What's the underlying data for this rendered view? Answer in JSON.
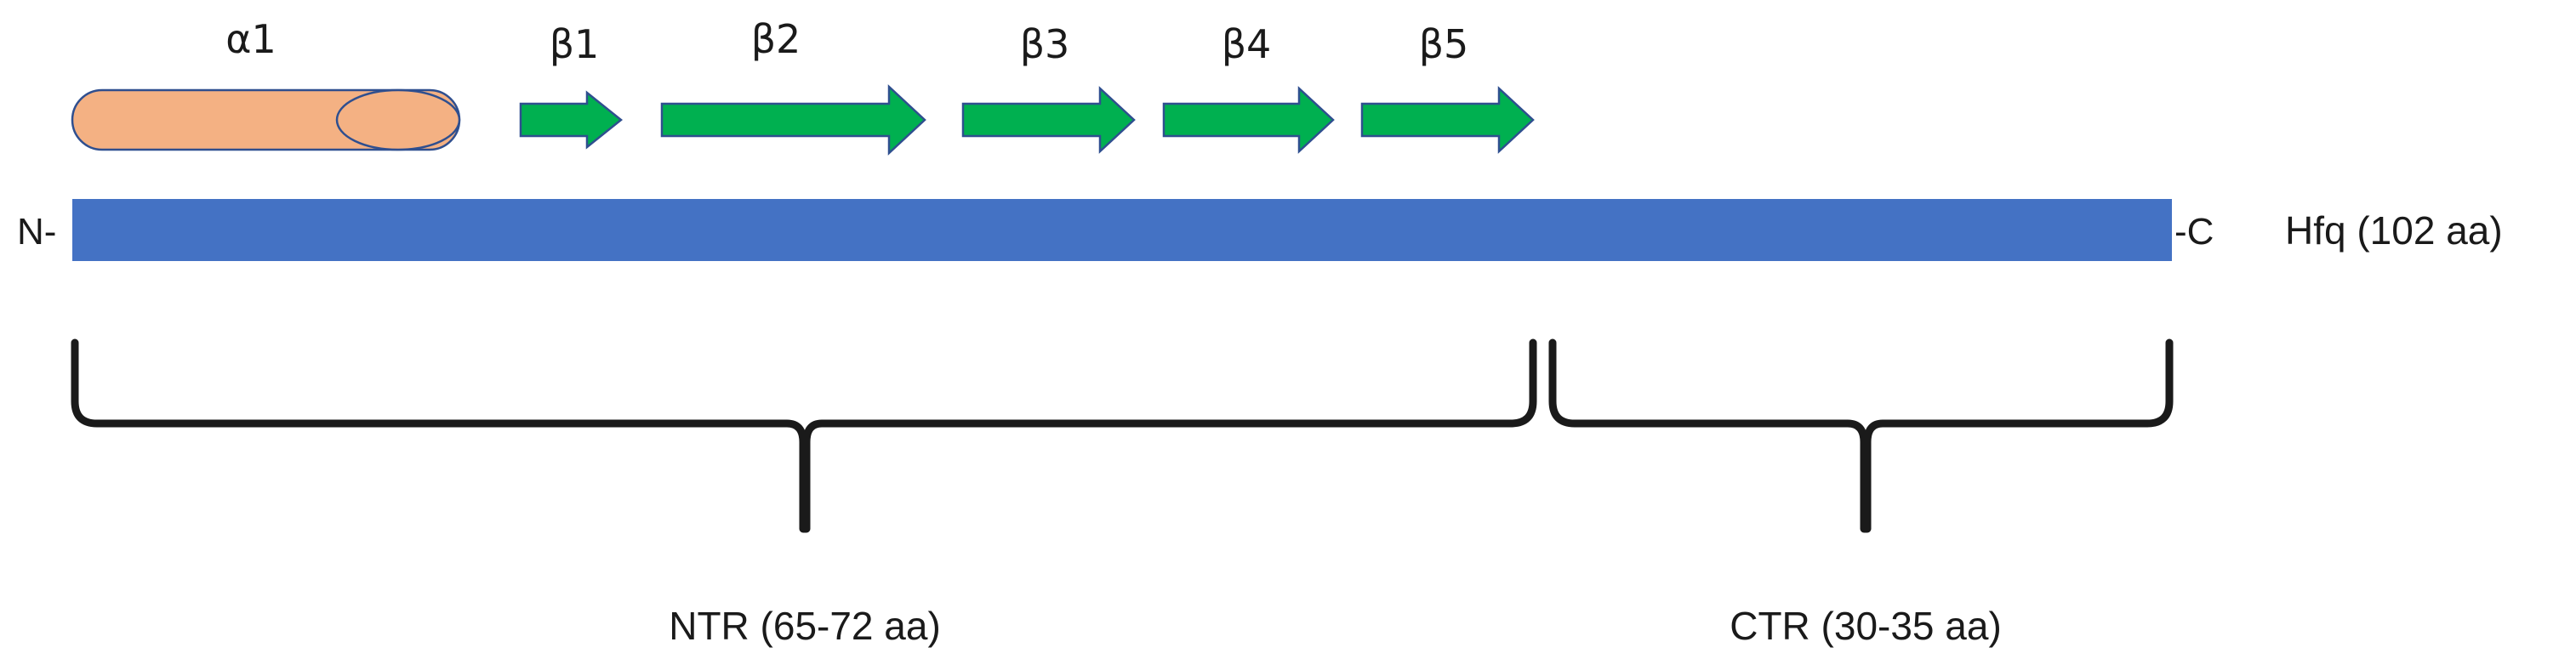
{
  "protein": {
    "name_label": "Hfq (102 aa)",
    "n_term_label": "N-",
    "c_term_label": "-C",
    "bar_color": "#4472C4"
  },
  "secondary_structure": {
    "helix": {
      "label": "α1",
      "fill_color": "#F4B183",
      "stroke_color": "#2F4F8F"
    },
    "strands": [
      {
        "label": "β1"
      },
      {
        "label": "β2"
      },
      {
        "label": "β3"
      },
      {
        "label": "β4"
      },
      {
        "label": "β5"
      }
    ],
    "strand_color": "#00B050"
  },
  "regions": [
    {
      "label": "NTR (65-72 aa)"
    },
    {
      "label": "CTR (30-35 aa)"
    }
  ]
}
